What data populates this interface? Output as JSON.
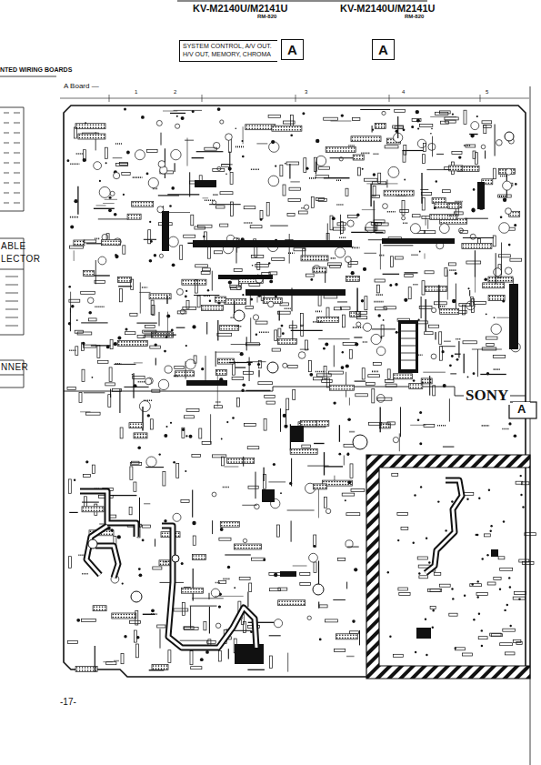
{
  "diagram": {
    "nodes": [
      {
        "text": [
          "SYSTEM CONTROL, A/V OUT. H/V OUT, MEMORY, CHROMA"
        ]
      },
      {
        "text": [
          "A"
        ]
      },
      {
        "text": [
          "A"
        ]
      },
      {
        "text": [
          "A Board —"
        ]
      },
      {
        "text": [
          "A"
        ],
        "in": 3
      }
    ],
    "labels": [
      "KV-M2140U/M2141U",
      "RM-820",
      "KV-M2140U/M2141U",
      "RM-820",
      "NTED WIRING BOARDS",
      "1",
      "2",
      "3",
      "4",
      "5",
      "ABLE",
      "LECTOR",
      "NNER",
      "SONY",
      "-17-"
    ]
  }
}
